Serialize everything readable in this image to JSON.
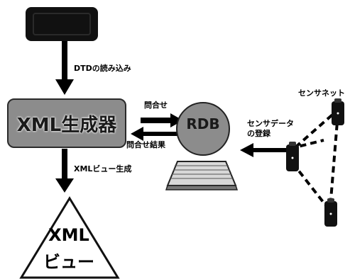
{
  "diagram": {
    "dtd_box": {
      "label": ""
    },
    "generator": {
      "label": "XML生成器"
    },
    "arrow_dtd_label": "DTDの読み込み",
    "arrow_view_label": "XMLビュー生成",
    "query_label": "問合せ",
    "query_result_label": "問合せ結果",
    "rdb_label": "RDB",
    "sensor_data_label_1": "センサデータ",
    "sensor_data_label_2": "の登録",
    "sensor_net_label": "センサネット",
    "xml_view": {
      "line1": "XML",
      "line2": "ビュー"
    }
  }
}
